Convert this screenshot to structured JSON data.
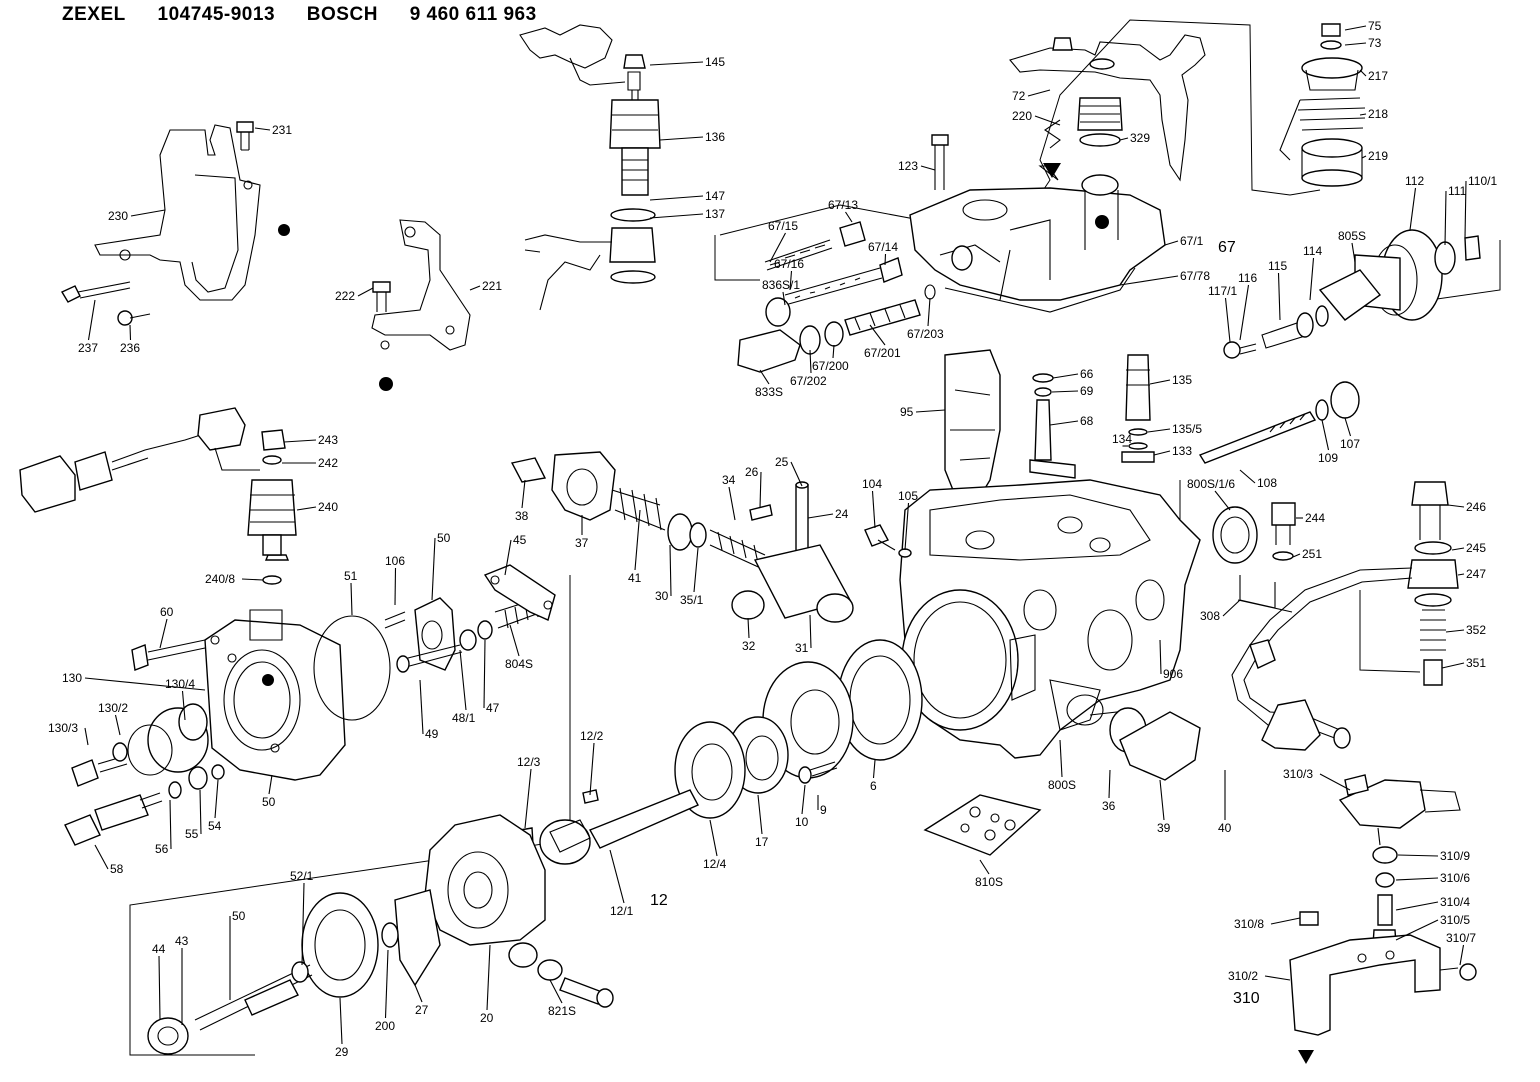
{
  "header": {
    "brand1": "ZEXEL",
    "part1": "104745-9013",
    "brand2": "BOSCH",
    "part2": "9 460 611 963"
  },
  "assembly_labels": [
    "12",
    "67",
    "310"
  ],
  "part_labels": [
    "75",
    "73",
    "217",
    "218",
    "219",
    "72",
    "220",
    "329",
    "145",
    "136",
    "147",
    "137",
    "231",
    "230",
    "237",
    "236",
    "222",
    "221",
    "123",
    "67/13",
    "67/15",
    "67/16",
    "67/14",
    "836S/1",
    "833S",
    "67/202",
    "67/200",
    "67/201",
    "67/203",
    "67/1",
    "67/78",
    "110/1",
    "111",
    "112",
    "805S",
    "114",
    "115",
    "116",
    "117/1",
    "66",
    "69",
    "68",
    "135",
    "135/5",
    "134",
    "133",
    "95",
    "107",
    "109",
    "108",
    "800S/1/6",
    "243",
    "242",
    "240",
    "240/8",
    "38",
    "37",
    "41",
    "30",
    "35/1",
    "34",
    "26",
    "25",
    "24",
    "104",
    "105",
    "32",
    "31",
    "246",
    "244",
    "245",
    "251",
    "247",
    "308",
    "352",
    "351",
    "106",
    "50",
    "51",
    "45",
    "60",
    "130",
    "130/4",
    "130/2",
    "130/3",
    "49",
    "48/1",
    "47",
    "804S",
    "50",
    "55",
    "54",
    "56",
    "58",
    "12/2",
    "12/3",
    "906",
    "6",
    "9",
    "10",
    "17",
    "12/4",
    "12/1",
    "36",
    "39",
    "40",
    "800S",
    "310/3",
    "310/9",
    "310/6",
    "310/4",
    "310/5",
    "310/8",
    "310/7",
    "310/2",
    "810S",
    "52/1",
    "44",
    "43",
    "50",
    "29",
    "200",
    "27",
    "20",
    "821S"
  ]
}
